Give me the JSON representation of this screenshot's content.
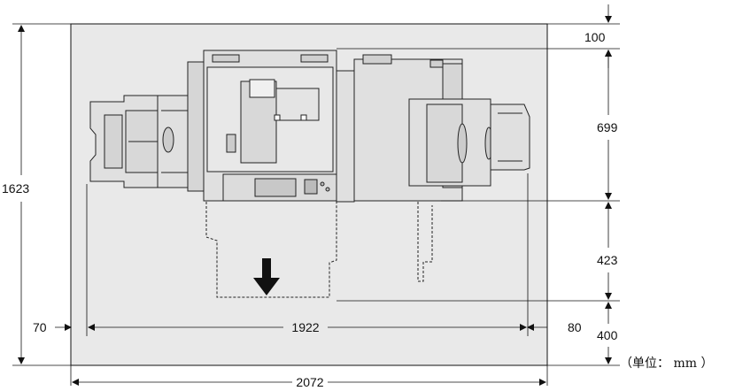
{
  "dimensions": {
    "total_width": "2072",
    "total_depth": "1623",
    "machine_width": "1922",
    "left_clearance": "70",
    "right_clearance": "80",
    "top_clearance": "100",
    "machine_depth": "699",
    "front_clearance": "423",
    "bottom_clearance": "400"
  },
  "unit_label": "（单位： mm ）",
  "colors": {
    "floor": "#e9e9e9",
    "machine": "#e0e0e0",
    "line": "#111111"
  }
}
